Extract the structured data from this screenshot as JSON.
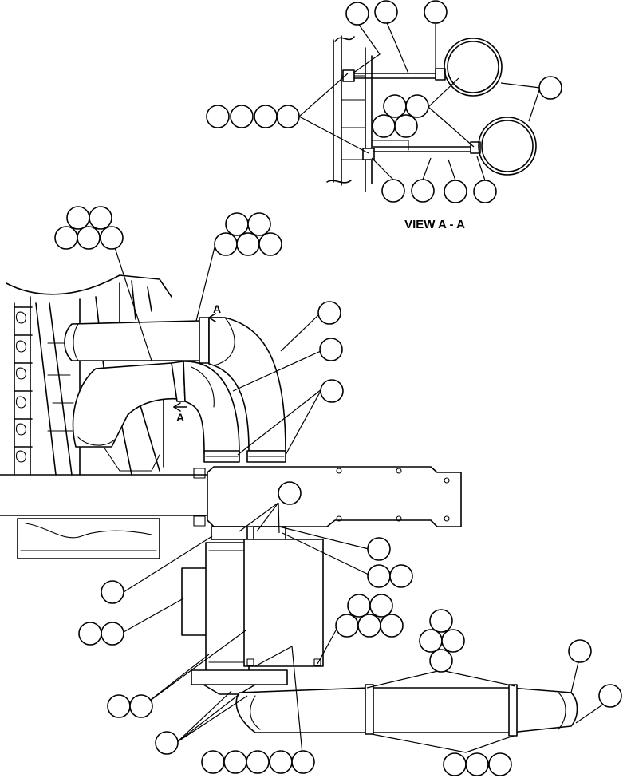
{
  "view_title": "VIEW A - A",
  "section_mark_upper": "A",
  "section_mark_lower": "A",
  "colors": {
    "line": "#000000",
    "background": "#ffffff"
  }
}
